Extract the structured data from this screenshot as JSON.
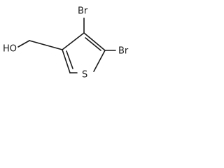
{
  "molecule": {
    "atoms": {
      "hydroxyl": "HO",
      "bromine_top": "Br",
      "bromine_right": "Br",
      "sulfur": "S"
    }
  }
}
